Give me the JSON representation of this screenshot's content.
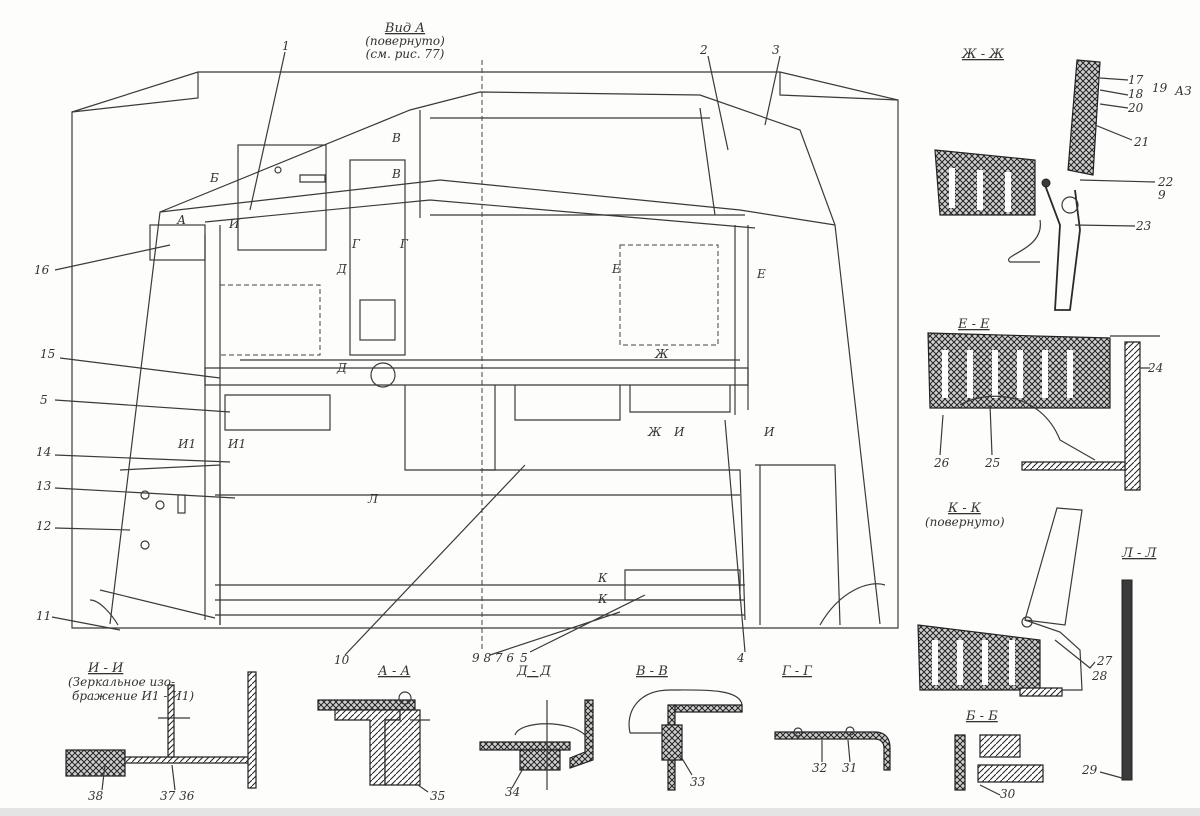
{
  "view_a": {
    "title": "Вид А",
    "subtitle1": "(повернуто)",
    "subtitle2": "(см. рис. 77)"
  },
  "main_callouts": [
    "1",
    "2",
    "3",
    "4",
    "5",
    "5",
    "9 8 7 6",
    "10",
    "11",
    "12",
    "13",
    "14",
    "15",
    "16"
  ],
  "section_marks": [
    "Б",
    "А",
    "И",
    "В",
    "В",
    "Г",
    "Г",
    "Д",
    "Е",
    "Е",
    "Ж",
    "Д",
    "И1",
    "И1",
    "Ж",
    "И",
    "И",
    "Л",
    "К",
    "К"
  ],
  "sections": {
    "zh": {
      "title": "Ж - Ж",
      "callouts": [
        "17",
        "18",
        "19",
        "20",
        "21",
        "22",
        "9",
        "23",
        "АЗ"
      ]
    },
    "e": {
      "title": "Е - Е",
      "callouts": [
        "24",
        "25",
        "26"
      ]
    },
    "k": {
      "title": "К - К",
      "subtitle": "(повернуто)",
      "callouts": [
        "27",
        "28"
      ]
    },
    "l": {
      "title": "Л - Л",
      "callouts": [
        "29"
      ]
    },
    "b": {
      "title": "Б - Б",
      "callouts": [
        "30"
      ]
    },
    "i": {
      "title": "И - И",
      "subtitle1": "(Зеркальное изо-",
      "subtitle2": "бражение И1 - И1)",
      "callouts": [
        "38",
        "37 36"
      ]
    },
    "a": {
      "title": "А - А",
      "callouts": [
        "35"
      ]
    },
    "d": {
      "title": "Д - Д",
      "callouts": [
        "34"
      ]
    },
    "v": {
      "title": "В - В",
      "callouts": [
        "33"
      ]
    },
    "g": {
      "title": "Г - Г",
      "callouts": [
        "32",
        "31"
      ]
    }
  }
}
